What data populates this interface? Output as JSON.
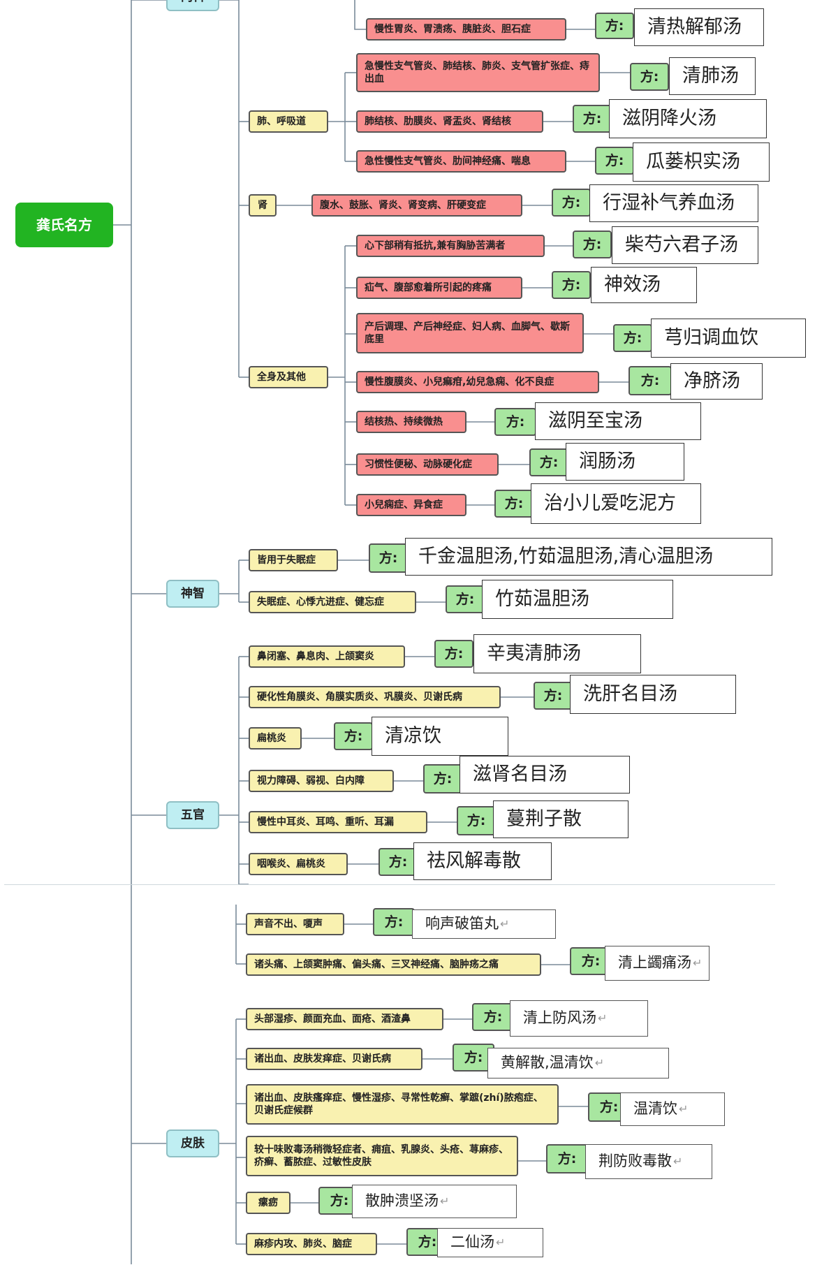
{
  "root": {
    "label": "龚氏名方"
  },
  "fang_label": "方:",
  "return_mark": "↵",
  "categories": {
    "neike_partial": "内科",
    "shenzhi": "神智",
    "wuguan": "五官",
    "pifu": "皮肤"
  },
  "subgroups": {
    "fei": "肺、呼吸道",
    "shen": "肾",
    "quanshen": "全身及其他"
  },
  "entries": [
    {
      "symptom": "慢性胃炎、胃溃疡、胰脏炎、胆石症",
      "formula": "清热解郁汤"
    },
    {
      "symptom": "急慢性支气管炎、肺结核、肺炎、支气管扩张症、痔出血",
      "formula": "清肺汤"
    },
    {
      "symptom": "肺结核、肋膜炎、肾盂炎、肾结核",
      "formula": "滋阴降火汤"
    },
    {
      "symptom": "急性慢性支气管炎、肋间神经痛、喘息",
      "formula": "瓜蒌枳实汤"
    },
    {
      "symptom": "腹水、鼓胀、肾炎、肾变病、肝硬变症",
      "formula": "行湿补气养血汤"
    },
    {
      "symptom": "心下部稍有抵抗,兼有胸胁苦满者",
      "formula": "柴芍六君子汤"
    },
    {
      "symptom": "疝气、腹部愈着所引起的疼痛",
      "formula": "神效汤"
    },
    {
      "symptom": "产后调理、产后神经症、妇人病、血脚气、歇斯底里",
      "formula": "芎归调血饮"
    },
    {
      "symptom": "慢性腹膜炎、小兒痲疳,幼兒急痫、化不良症",
      "formula": "净脐汤"
    },
    {
      "symptom": "结核热、持续微热",
      "formula": "滋阴至宝汤"
    },
    {
      "symptom": "习惯性便秘、动脉硬化症",
      "formula": "润肠汤"
    },
    {
      "symptom": "小兒痫症、异食症",
      "formula": "治小儿爱吃泥方"
    },
    {
      "symptom": "皆用于失眠症",
      "formula": "千金温胆汤,竹茹温胆汤,清心温胆汤"
    },
    {
      "symptom": "失眠症、心悸亢进症、健忘症",
      "formula": "竹茹温胆汤"
    },
    {
      "symptom": "鼻闭塞、鼻息肉、上颌窦炎",
      "formula": "辛夷清肺汤"
    },
    {
      "symptom": "硬化性角膜炎、角膜实质炎、巩膜炎、贝谢氏病",
      "formula": "洗肝名目汤"
    },
    {
      "symptom": "扁桃炎",
      "formula": "清凉饮"
    },
    {
      "symptom": "视力障碍、弱视、白内障",
      "formula": "滋肾名目汤"
    },
    {
      "symptom": "慢性中耳炎、耳鸣、重听、耳漏",
      "formula": "蔓荆子散"
    },
    {
      "symptom": "咽喉炎、扁桃炎",
      "formula": "祛风解毒散"
    },
    {
      "symptom": "声音不出、嗄声",
      "formula": "响声破笛丸"
    },
    {
      "symptom": "诸头痛、上颌窦肿痛、偏头痛、三叉神经痛、脑肿疡之痛",
      "formula": "清上蠲痛汤"
    },
    {
      "symptom": "头部湿疹、颜面充血、面疮、酒渣鼻",
      "formula": "清上防风汤"
    },
    {
      "symptom": "诸出血、皮肤发痒症、贝谢氏病",
      "formula": "黄解散,温清饮"
    },
    {
      "symptom": "诸出血、皮肤瘙痒症、慢性湿疹、寻常性乾癣、掌蹠(zhí)脓疱症、贝谢氏症候群",
      "formula": "温清饮"
    },
    {
      "symptom": "较十味败毒汤稍微轻症者、痈疽、乳腺炎、头疮、荨麻疹、疥癣、蓄脓症、过敏性皮肤",
      "formula": "荆防败毒散"
    },
    {
      "symptom": "瘰疬",
      "formula": "散肿溃坚汤"
    },
    {
      "symptom": "麻疹内攻、肺炎、脑症",
      "formula": "二仙汤"
    }
  ]
}
